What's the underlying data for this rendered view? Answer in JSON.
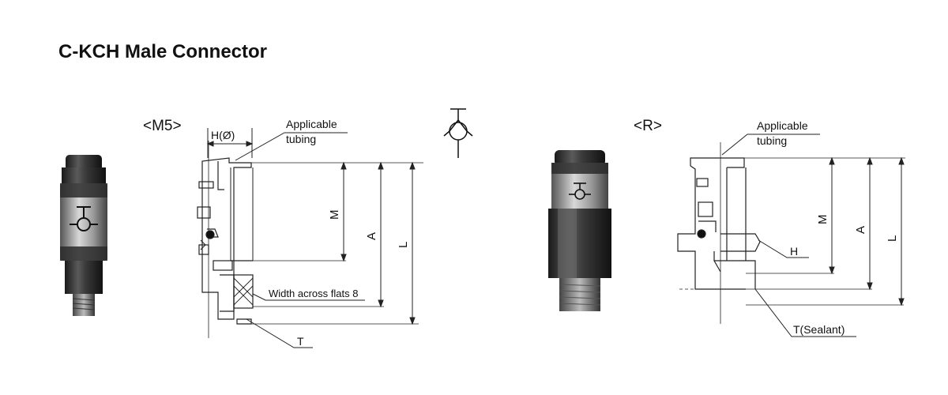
{
  "title": "C-KCH Male Connector",
  "m5": {
    "variant_label": "<M5>",
    "dim_h": "H(Ø)",
    "tubing_label_line1": "Applicable",
    "tubing_label_line2": "tubing",
    "dim_m": "M",
    "dim_a": "A",
    "dim_l": "L",
    "flats_label": "Width across flats 8",
    "thread_label": "T"
  },
  "r": {
    "variant_label": "<R>",
    "tubing_label_line1": "Applicable",
    "tubing_label_line2": "tubing",
    "dim_m": "M",
    "dim_a": "A",
    "dim_l": "L",
    "dim_h": "H",
    "thread_label": "T(Sealant)"
  },
  "colors": {
    "body_dark": "#2b2b2b",
    "body_mid": "#6e6e6e",
    "body_light": "#c8c8c8",
    "line": "#222222"
  }
}
